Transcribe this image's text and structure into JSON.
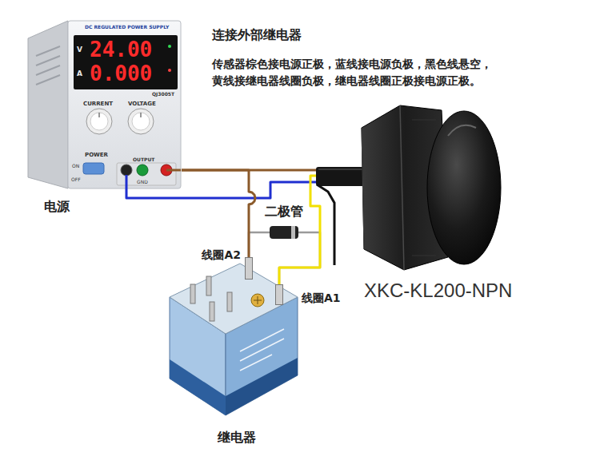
{
  "diagram": {
    "title": "连接外部继电器",
    "nodes": [
      {
        "text": [
          "电源"
        ]
      },
      {
        "text": [
          "XKC-KL200-NPN"
        ]
      },
      {
        "text": [
          "继电器"
        ]
      },
      {
        "text": [
          "线圈A2"
        ],
        "in": 2
      },
      {
        "text": [
          "线圈A1"
        ],
        "in": 2
      },
      {
        "text": [
          "二极管"
        ]
      }
    ],
    "edges": [
      {
        "from": 0,
        "to": 1,
        "arrow": "none"
      },
      {
        "from": 0,
        "to": 3,
        "arrow": "none"
      },
      {
        "from": 0,
        "to": 1,
        "arrow": "none"
      },
      {
        "from": 1,
        "to": 4,
        "arrow": "none"
      },
      {
        "from": 5,
        "to": 3,
        "arrow": "none"
      },
      {
        "from": 5,
        "to": 4,
        "arrow": "none"
      }
    ],
    "labels": [
      "传感器棕色接电源正极，蓝线接电源负极，黑色线悬空， 黄线接继电器线圈负极，继电器线圈正极接电源正极。",
      "DC REGULATED POWER SUPPLY",
      "V",
      "24.00",
      "A",
      "0.000",
      "QJ3005T",
      "CURRENT",
      "VOLTAGE",
      "POWER",
      "ON",
      "OFF",
      "OUTPUT",
      "GND"
    ]
  }
}
